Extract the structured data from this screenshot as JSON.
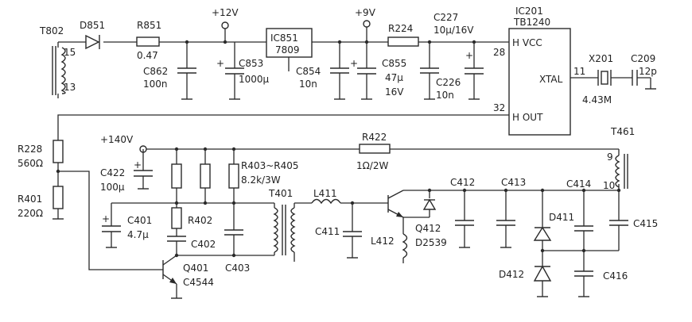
{
  "labels": {
    "t802": "T802",
    "t802_p15": "15",
    "t802_p13": "13",
    "d851": "D851",
    "r851": "R851",
    "r851_v": "0.47",
    "v12": "+12V",
    "v9": "+9V",
    "v140": "+140V",
    "ic851": "IC851",
    "ic851_v": "7809",
    "c862": "C862",
    "c862_v": "100n",
    "c853": "C853",
    "c853_v": "1000μ",
    "c854": "C854",
    "c854_v": "10n",
    "c855": "C855",
    "c855_v1": "47μ",
    "c855_v2": "16V",
    "r224": "R224",
    "c227": "C227",
    "c227_v": "10μ/16V",
    "c226": "C226",
    "c226_v": "10n",
    "ic201": "IC201",
    "ic201_v": "TB1240",
    "hvcc": "H VCC",
    "xtal": "XTAL",
    "hout": "H OUT",
    "pin28": "28",
    "pin11": "11",
    "pin32": "32",
    "x201": "X201",
    "x201_v": "4.43M",
    "c209": "C209",
    "c209_v": "12p",
    "r228": "R228",
    "r228_v": "560Ω",
    "r401": "R401",
    "r401_v": "220Ω",
    "c422": "C422",
    "c422_v": "100μ",
    "r403": "R403~R405",
    "r403_v": "8.2k/3W",
    "r422": "R422",
    "r422_v": "1Ω/2W",
    "t461": "T461",
    "t461_p9": "9",
    "t461_p10": "10",
    "c401": "C401",
    "c401_v": "4.7μ",
    "r402": "R402",
    "c402": "C402",
    "c403": "C403",
    "q401": "Q401",
    "q401_v": "C4544",
    "t401": "T401",
    "l411": "L411",
    "c411": "C411",
    "l412": "L412",
    "q412": "Q412",
    "q412_v": "D2539",
    "c412": "C412",
    "c413": "C413",
    "c414": "C414",
    "c415": "C415",
    "c416": "C416",
    "d411": "D411",
    "d412": "D412"
  }
}
